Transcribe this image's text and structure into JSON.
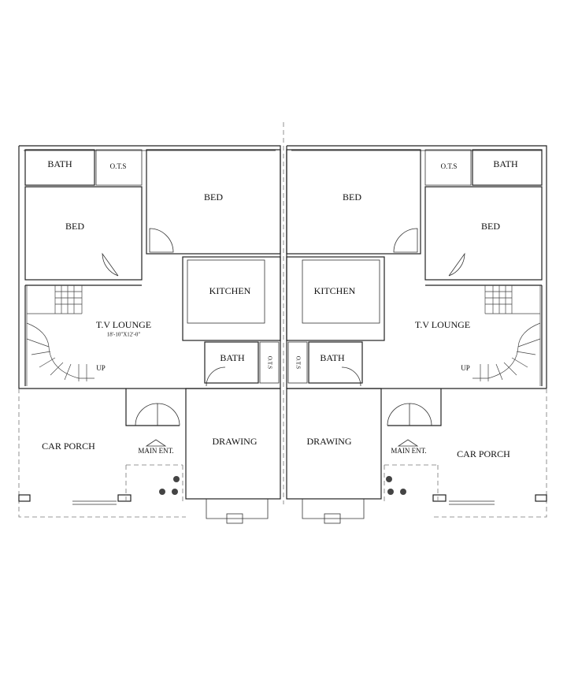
{
  "left_unit": {
    "bath_top": "BATH",
    "ots_top": "O.T.S",
    "bed_left": "BED",
    "bed_master": "BED",
    "kitchen": "KITCHEN",
    "tv_lounge": "T.V LOUNGE",
    "tv_lounge_dims": "18'-10\"X12'-0\"",
    "bath_mid": "BATH",
    "ots_mid": "O.T.S",
    "up": "UP",
    "car_porch": "CAR PORCH",
    "main_ent": "MAIN ENT.",
    "drawing": "DRAWING"
  },
  "right_unit": {
    "bath_top": "BATH",
    "ots_top": "O.T.S",
    "bed_right": "BED",
    "bed_master": "BED",
    "kitchen": "KITCHEN",
    "tv_lounge": "T.V LOUNGE",
    "bath_mid": "BATH",
    "ots_mid": "O.T.S",
    "up": "UP",
    "car_porch": "CAR PORCH",
    "main_ent": "MAIN ENT.",
    "drawing": "DRAWING"
  }
}
